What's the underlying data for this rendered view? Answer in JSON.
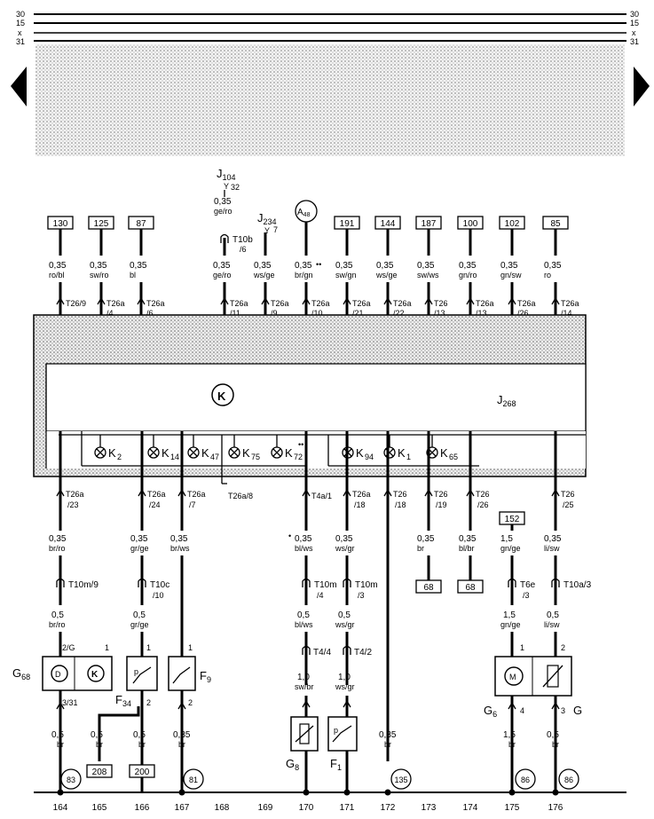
{
  "rails": {
    "left": [
      "30",
      "15",
      "x",
      "31"
    ],
    "right": [
      "30",
      "15",
      "x",
      "31"
    ]
  },
  "nav": {
    "prev": "◀",
    "next": "▶"
  },
  "unit": {
    "label": "J268",
    "main": "J",
    "sub": "268",
    "symbol": "K"
  },
  "relay_top": {
    "name": "J104",
    "main": "J",
    "sub": "104",
    "pin": "32",
    "size": "0,35",
    "color": "ge/ro"
  },
  "j234": {
    "name": "J234",
    "main": "J",
    "sub": "234",
    "pin": "7"
  },
  "a48": {
    "label": "A48",
    "main": "A",
    "sub": "48"
  },
  "t10b": {
    "label": "T10b",
    "sub": "/6"
  },
  "top_wires": [
    {
      "num": "130",
      "size": "0,35",
      "color": "ro/bl",
      "conn": "T26/9"
    },
    {
      "num": "125",
      "size": "0,35",
      "color": "sw/ro",
      "conn": "T26a",
      "sub": "/4"
    },
    {
      "num": "87",
      "size": "0,35",
      "color": "bl",
      "conn": "T26a",
      "sub": "/6"
    },
    {
      "size": "0,35",
      "color": "ge/ro",
      "conn": "T26a",
      "sub": "/11"
    },
    {
      "size": "0,35",
      "color": "ws/ge",
      "conn": "T26a",
      "sub": "/9"
    },
    {
      "size": "0,35",
      "color": "br/gn",
      "conn": "T26a",
      "sub": "/10",
      "mark": "••"
    },
    {
      "num": "191",
      "size": "0,35",
      "color": "sw/gn",
      "conn": "T26a",
      "sub": "/21"
    },
    {
      "num": "144",
      "size": "0,35",
      "color": "ws/ge",
      "conn": "T26a",
      "sub": "/22"
    },
    {
      "num": "187",
      "size": "0,35",
      "color": "sw/ws",
      "conn": "T26",
      "sub": "/13"
    },
    {
      "num": "100",
      "size": "0,35",
      "color": "gn/ro",
      "conn": "T26a",
      "sub": "/13"
    },
    {
      "num": "102",
      "size": "0,35",
      "color": "gn/sw",
      "conn": "T26a",
      "sub": "/26"
    },
    {
      "num": "85",
      "size": "0,35",
      "color": "ro",
      "conn": "T26a",
      "sub": "/14"
    }
  ],
  "lamps": [
    {
      "main": "K",
      "sub": "2"
    },
    {
      "main": "K",
      "sub": "14"
    },
    {
      "main": "K",
      "sub": "47"
    },
    {
      "main": "K",
      "sub": "75"
    },
    {
      "main": "K",
      "sub": "72",
      "mark": "••"
    },
    {
      "main": "K",
      "sub": "94"
    },
    {
      "main": "K",
      "sub": "1"
    },
    {
      "main": "K",
      "sub": "65"
    }
  ],
  "bottom_conns": [
    {
      "conn": "T26a",
      "sub": "/23"
    },
    {
      "conn": "T26a",
      "sub": "/24"
    },
    {
      "conn": "T26a",
      "sub": "/7"
    },
    {
      "conn": "T26a/8"
    },
    {
      "conn": "T4a/1"
    },
    {
      "conn": "T26a",
      "sub": "/18"
    },
    {
      "conn": "T26",
      "sub": "/18"
    },
    {
      "conn": "T26",
      "sub": "/19"
    },
    {
      "conn": "T26",
      "sub": "/26"
    },
    {
      "conn": "T26",
      "sub": "/25"
    }
  ],
  "mid_wires": [
    {
      "size": "0,35",
      "color": "br/ro"
    },
    {
      "size": "0,35",
      "color": "gr/ge"
    },
    {
      "size": "0,35",
      "color": "br/ws"
    },
    {
      "size": "0,35",
      "color": "bl/ws",
      "mark": "•"
    },
    {
      "size": "0,35",
      "color": "ws/gr"
    },
    {
      "size": "0,35",
      "color": "br"
    },
    {
      "size": "0,35",
      "color": "bl/br"
    },
    {
      "size": "1,5",
      "color": "gn/ge"
    },
    {
      "size": "0,35",
      "color": "li/sw"
    }
  ],
  "refs_mid": [
    "68",
    "68",
    "152"
  ],
  "conns_mid": [
    {
      "label": "T10m/9"
    },
    {
      "label": "T10c",
      "sub": "/10"
    },
    {
      "label": "T10m",
      "sub": "/4"
    },
    {
      "label": "T10m",
      "sub": "/3"
    },
    {
      "label": "T6e",
      "sub": "/3"
    },
    {
      "label": "T10a/3"
    }
  ],
  "low_wires": [
    {
      "size": "0,5",
      "color": "br/ro"
    },
    {
      "size": "0,5",
      "color": "gr/ge"
    },
    {
      "size": "0,5",
      "color": "bl/ws"
    },
    {
      "size": "0,5",
      "color": "ws/gr"
    },
    {
      "size": "1,5",
      "color": "gn/ge"
    },
    {
      "size": "0,5",
      "color": "li/sw"
    }
  ],
  "t44": [
    {
      "label": "T4/4"
    },
    {
      "label": "T4/2"
    }
  ],
  "g68": {
    "main": "G",
    "sub": "68",
    "pins": [
      "2/G",
      "1",
      "3/31"
    ]
  },
  "f34": {
    "main": "F",
    "sub": "34",
    "pins": [
      "1",
      "2"
    ]
  },
  "f9": {
    "main": "F",
    "sub": "9",
    "pins": [
      "1",
      "2"
    ]
  },
  "g6": {
    "main": "G",
    "sub": "6",
    "pins": [
      "1",
      "4"
    ]
  },
  "g": {
    "label": "G",
    "pins": [
      "2",
      "3"
    ]
  },
  "g8": {
    "main": "G",
    "sub": "8"
  },
  "f1": {
    "main": "F",
    "sub": "1"
  },
  "gf_wires": [
    {
      "size": "1,0",
      "color": "sw/br"
    },
    {
      "size": "1,0",
      "color": "ws/gr"
    }
  ],
  "bot_wires": [
    {
      "size": "0,5",
      "color": "br"
    },
    {
      "size": "0,5",
      "color": "br"
    },
    {
      "size": "0,5",
      "color": "br"
    },
    {
      "size": "0,35",
      "color": "br"
    },
    {
      "size": "0,35",
      "color": "br"
    },
    {
      "size": "1,5",
      "color": "br"
    },
    {
      "size": "0,5",
      "color": "br"
    }
  ],
  "earth": [
    "83",
    "81",
    "135",
    "86",
    "86"
  ],
  "earth_boxes": [
    "208",
    "200"
  ],
  "columns": [
    "164",
    "165",
    "166",
    "167",
    "168",
    "169",
    "170",
    "171",
    "172",
    "173",
    "174",
    "175",
    "176"
  ]
}
